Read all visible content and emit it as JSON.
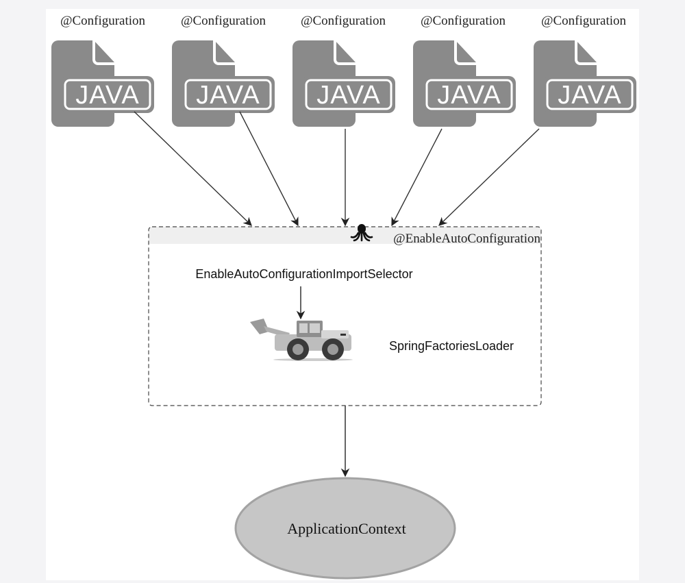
{
  "diagram": {
    "config_classes": [
      {
        "label": "@Configuration",
        "icon": "java-file-icon",
        "icon_text": "JAVA"
      },
      {
        "label": "@Configuration",
        "icon": "java-file-icon",
        "icon_text": "JAVA"
      },
      {
        "label": "@Configuration",
        "icon": "java-file-icon",
        "icon_text": "JAVA"
      },
      {
        "label": "@Configuration",
        "icon": "java-file-icon",
        "icon_text": "JAVA"
      },
      {
        "label": "@Configuration",
        "icon": "java-file-icon",
        "icon_text": "JAVA"
      }
    ],
    "auto_config_box": {
      "title": "@EnableAutoConfiguration",
      "title_icon": "octopus-icon",
      "selector_label": "EnableAutoConfigurationImportSelector",
      "loader_icon": "wheel-loader-icon",
      "loader_label": "SpringFactoriesLoader"
    },
    "target": {
      "label": "ApplicationContext"
    }
  },
  "colors": {
    "icon_gray": "#8a8a8a",
    "header_band": "#efefef",
    "ellipse_fill": "#c6c6c6",
    "ellipse_stroke": "#a3a3a3",
    "line": "#333333"
  }
}
